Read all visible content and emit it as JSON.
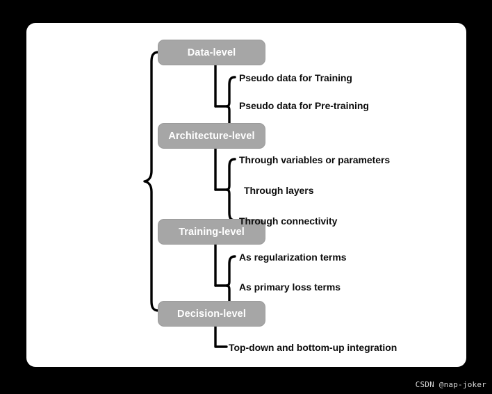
{
  "figure": {
    "background_color": "#000000",
    "panel_color": "#ffffff",
    "box_fill": "#a6a6a6",
    "box_text_color": "#ffffff",
    "leaf_text_color": "#0d0d0d",
    "connector_color": "#000000"
  },
  "branches": [
    {
      "id": "data-level",
      "label": "Data-level",
      "children": [
        {
          "label": "Pseudo data for Training"
        },
        {
          "label": "Pseudo data for Pre-training"
        }
      ]
    },
    {
      "id": "architecture-level",
      "label": "Architecture-level",
      "children": [
        {
          "label": "Through variables or parameters"
        },
        {
          "label": "Through layers"
        },
        {
          "label": "Through connectivity"
        }
      ]
    },
    {
      "id": "training-level",
      "label": "Training-level",
      "children": [
        {
          "label": "As regularization terms"
        },
        {
          "label": "As primary loss terms"
        }
      ]
    },
    {
      "id": "decision-level",
      "label": "Decision-level",
      "children": [
        {
          "label": "Top-down and bottom-up integration"
        }
      ]
    }
  ],
  "watermark": {
    "text": "CSDN @nap-joker"
  }
}
